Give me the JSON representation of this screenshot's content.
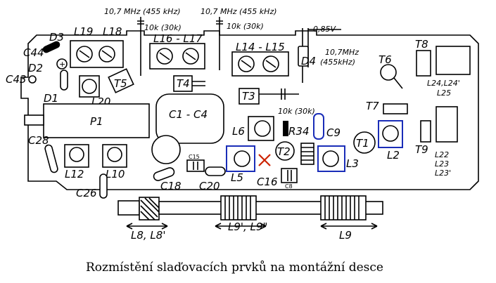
{
  "labels": {
    "freq_top_left": "10,7 MHz (455 kHz)",
    "freq_top_mid": "10,7 MHz (455 kHz)",
    "cap_left": "10k (30k)",
    "cap_mid": "10k (30k)",
    "voltage": "0,85V",
    "freq_right_1": "10,7MHz",
    "freq_right_2": "(455kHz)",
    "cap_t3": "10k (30k)",
    "L19": "L19",
    "L18": "L18",
    "L16_L17": "L16 - L17",
    "L14_L15": "L14 - L15",
    "D3": "D3",
    "D2": "D2",
    "D1": "D1",
    "D4": "D4",
    "C44": "C44",
    "C43": "C43",
    "C28": "C28",
    "C26": "C26",
    "T5": "T5",
    "L20": "L20",
    "T4": "T4",
    "T3": "T3",
    "T6": "T6",
    "T7": "T7",
    "T8": "T8",
    "T9": "T9",
    "P1": "P1",
    "C1_C4": "C1 - C4",
    "L6": "L6",
    "R34": "R34",
    "C9": "C9",
    "T2": "T2",
    "T1": "T1",
    "L2": "L2",
    "L3": "L3",
    "L5": "L5",
    "L12": "L12",
    "L10": "L10",
    "C15": "C15",
    "C18": "C18",
    "C20": "C20",
    "C16": "C16",
    "C8": "C8",
    "L24_L24p": "L24,L24'",
    "L25": "L25",
    "L22": "L22",
    "L23": "L23",
    "L23p": "L23'",
    "L8_L8p": "L8, L8'",
    "L9p_L9pp": "L9', L9\"",
    "L9": "L9"
  },
  "caption": "Rozmístění slaďovacích prvků na montážní desce",
  "colors": {
    "ink": "#000000",
    "highlight": "#1a2db8",
    "mark": "#cc2200"
  }
}
